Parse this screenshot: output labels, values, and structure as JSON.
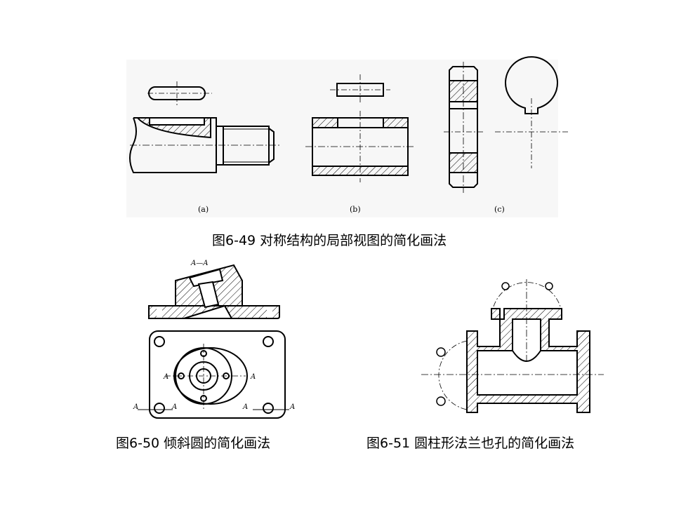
{
  "figure_6_49": {
    "caption": "图6-49  对称结构的局部视图的简化画法",
    "sub_labels": [
      "(a)",
      "(b)",
      "(c)"
    ]
  },
  "figure_6_50": {
    "caption": "图6-50  倾斜圆的简化画法",
    "section_label": "A—A",
    "cut_label": "A"
  },
  "figure_6_51": {
    "caption": "图6-51  圆柱形法兰也孔的简化画法"
  }
}
